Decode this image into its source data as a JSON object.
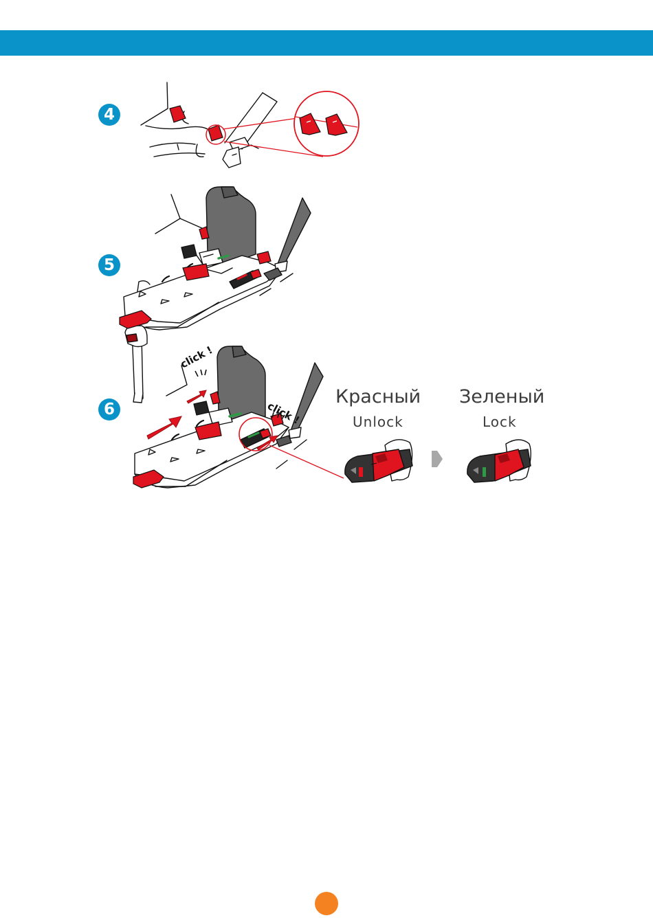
{
  "colors": {
    "header": "#0a93c9",
    "badge": "#0a93c9",
    "accent_red": "#e0141e",
    "dark_red": "#9c0c12",
    "grey": "#6b6b6b",
    "green": "#2f9a46",
    "page_dot": "#f58220"
  },
  "steps": [
    {
      "number": "4"
    },
    {
      "number": "5"
    },
    {
      "number": "6"
    }
  ],
  "step6": {
    "click_label": "click !",
    "states": [
      {
        "ru": "Красный",
        "en": "Unlock",
        "indicator": "red"
      },
      {
        "ru": "Зеленый",
        "en": "Lock",
        "indicator": "green"
      }
    ],
    "arrow_icon": "arrow-right-icon"
  }
}
